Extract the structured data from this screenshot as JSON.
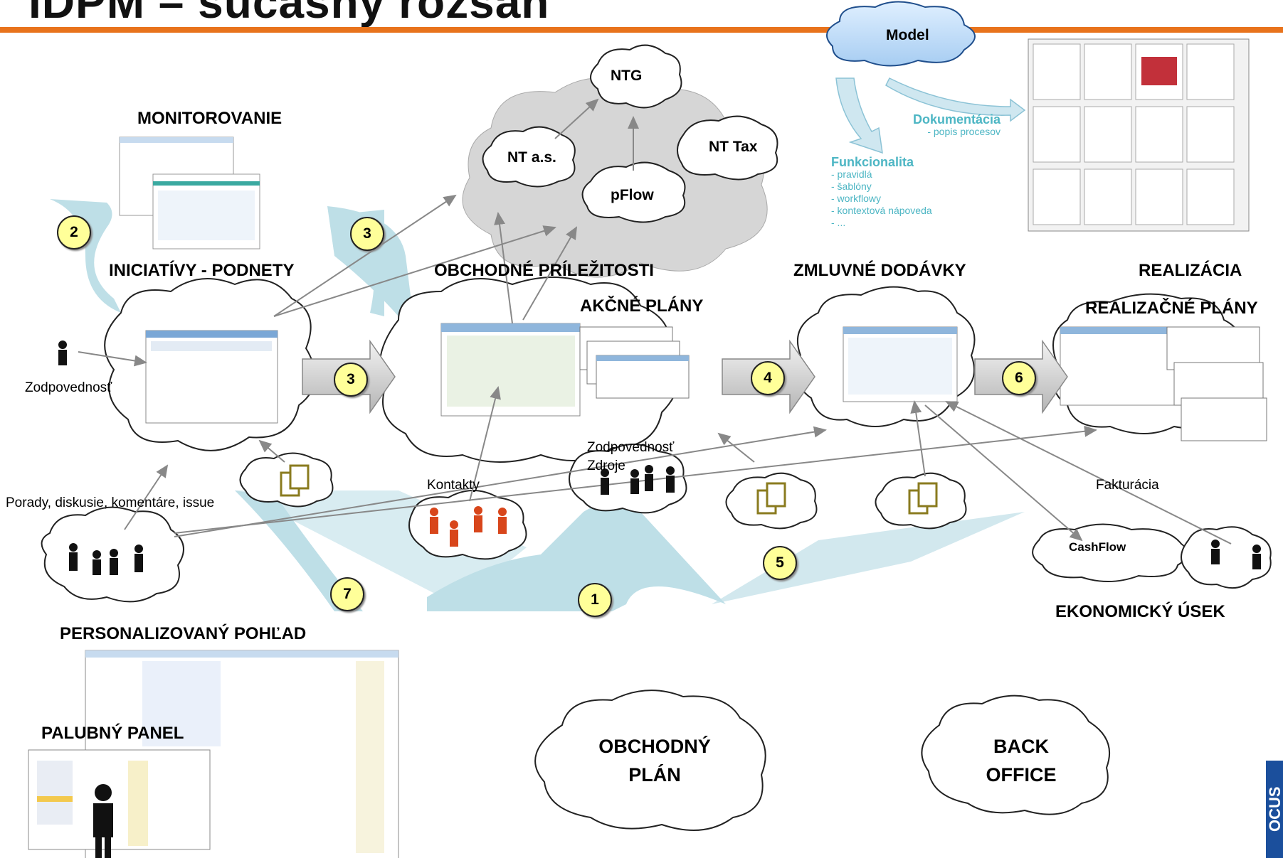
{
  "title": "IDPM – súčasný rozsah",
  "sections": {
    "monitoring": "MONITOROVANIE",
    "initiatives": "INICIATÍVY - PODNETY",
    "opportunities": "OBCHODNÉ PRÍLEŽITOSTI",
    "action_plans": "AKČNÉ PLÁNY",
    "contract_deliveries": "ZMLUVNÉ DODÁVKY",
    "realization": "REALIZÁCIA",
    "realization_plans": "REALIZAČNÉ PLÁNY",
    "personalized_view": "PERSONALIZOVANÝ POHĽAD",
    "dashboard": "PALUBNÝ PANEL",
    "economic_dept": "EKONOMICKÝ ÚSEK"
  },
  "clouds": {
    "model": "Model",
    "ntg": "NTG",
    "nt_as": "NT a.s.",
    "nt_tax": "NT Tax",
    "pflow": "pFlow",
    "cashflow": "CashFlow",
    "business_plan": "OBCHODNÝ PLÁN",
    "back_office": "BACK OFFICE"
  },
  "labels": {
    "responsibility": "Zodpovednosť",
    "responsibility_resources": "Zodpovednosť Zdroje",
    "contacts": "Kontakty",
    "meetings": "Porady, diskusie, komentáre, issue",
    "invoicing": "Fakturácia"
  },
  "documentation": {
    "title": "Dokumentácia",
    "subtitle": "- popis procesov"
  },
  "functionality": {
    "title": "Funkcionalita",
    "items": [
      "- pravidlá",
      "- šablóny",
      "- workflowy",
      "- kontextová nápoveda",
      "- ..."
    ]
  },
  "badges": [
    "1",
    "2",
    "3",
    "3",
    "4",
    "5",
    "6",
    "7"
  ],
  "logo_text": "OCUS",
  "colors": {
    "title_bar": "#e8731c",
    "badge_fill": "#ffff99",
    "teal": "#4db6c4",
    "beam": "#a9d4df",
    "person_orange": "#d8461b",
    "doc_icon": "#8a7b1f",
    "arrow_gray": "#c8c8c8"
  }
}
